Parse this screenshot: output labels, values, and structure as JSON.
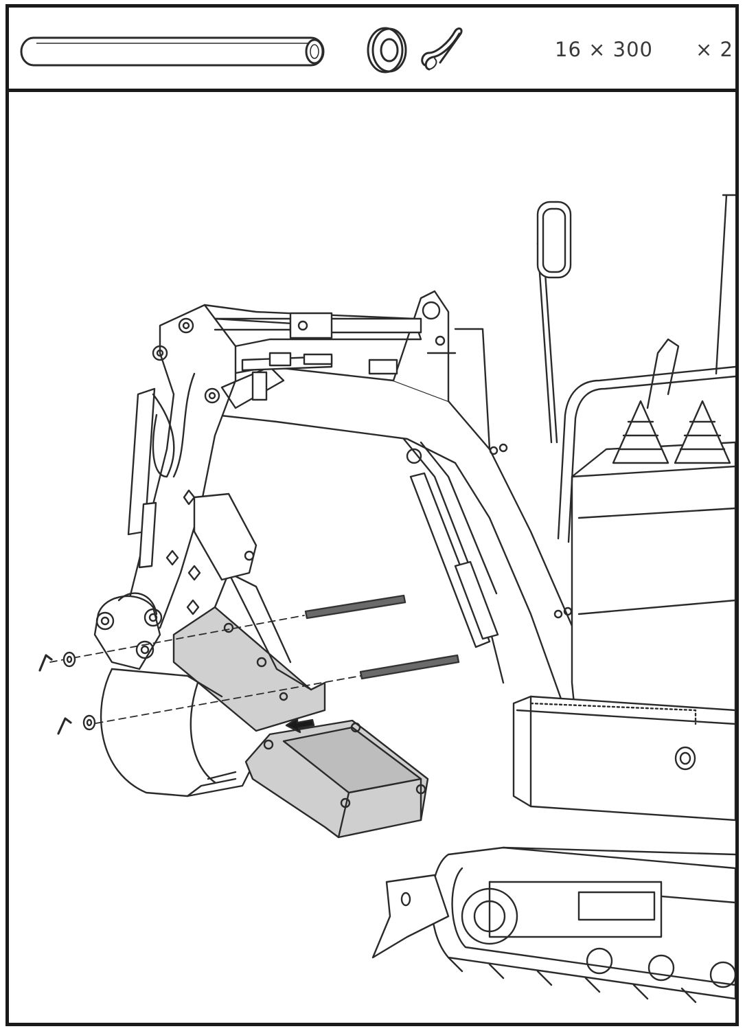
{
  "parts": {
    "items": [
      {
        "icon": "pin-rod-icon"
      },
      {
        "icon": "washer-icon"
      },
      {
        "icon": "r-clip-icon"
      }
    ],
    "size_label": "16 × 300",
    "quantity_label": "× 2"
  },
  "illustration": {
    "icon": "excavator-assembly-illustration",
    "highlight_color": "#c8c8c8",
    "line_color": "#2a2a2a"
  }
}
